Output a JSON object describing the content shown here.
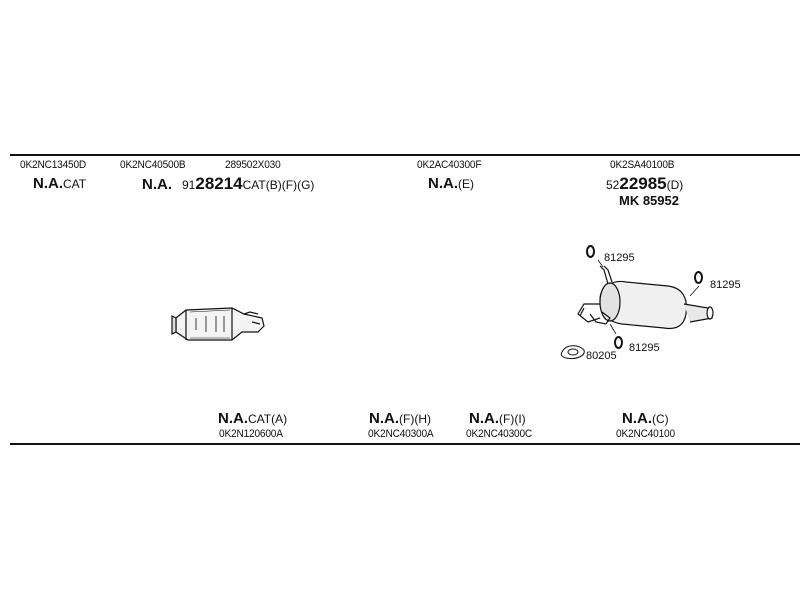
{
  "top": {
    "codes": [
      "0K2NC13450D",
      "0K2NC40500B",
      "289502X030",
      "0K2AC40300F",
      "0K2SA40100B"
    ],
    "cat_na": "N.A.",
    "cat_suffix": "CAT",
    "mid_na": "N.A.",
    "mid_prefix": "91",
    "mid_number": "28214",
    "mid_suffix": "CAT(B)(F)(G)",
    "e_na": "N.A.",
    "e_suffix": "(E)",
    "d_prefix": "52",
    "d_number": "22985",
    "d_suffix": "(D)",
    "mk_label": "MK 85952"
  },
  "parts": {
    "ring_a": "81295",
    "ring_b": "81295",
    "ring_c": "81295",
    "gasket": "80205"
  },
  "bottom": {
    "items": [
      {
        "na": "N.A.",
        "suffix": "CAT(A)",
        "code": "0K2N120600A"
      },
      {
        "na": "N.A.",
        "suffix": "(F)(H)",
        "code": "0K2NC40300A"
      },
      {
        "na": "N.A.",
        "suffix": "(F)(I)",
        "code": "0K2NC40300C"
      },
      {
        "na": "N.A.",
        "suffix": "(C)",
        "code": "0K2NC40100"
      }
    ]
  }
}
